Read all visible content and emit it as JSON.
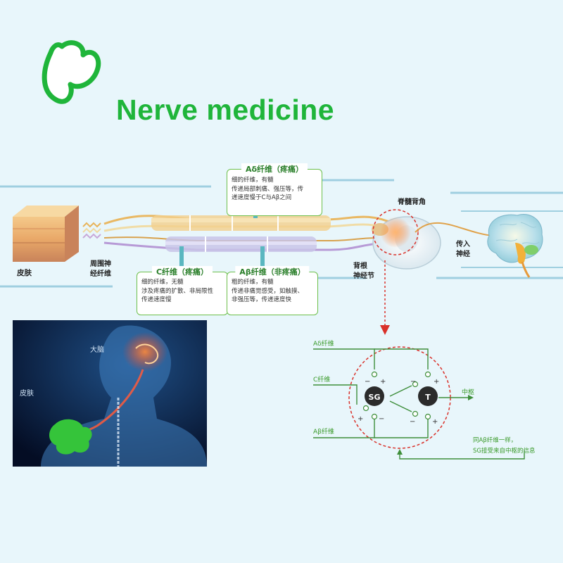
{
  "title": "Nerve medicine",
  "logo": {
    "icon": "leaf-logo-icon",
    "color": "#1fb53a"
  },
  "colors": {
    "accent_green": "#1fb53a",
    "label_green": "#3a9a2a",
    "circuit_red": "#d9312a"
  },
  "diagram": {
    "skin_label": "皮肤",
    "peripheral_label": [
      "周围神",
      "经纤维"
    ],
    "dorsal_horn_label": "脊髓背角",
    "dorsal_root_label": [
      "背根",
      "神经节"
    ],
    "afferent_label": [
      "传入",
      "神经"
    ],
    "box_ad": {
      "header": "Aδ纤维（疼痛）",
      "lines": [
        "细的纤维，有髓",
        "传递局部刺痛、强压等，传",
        "递速度慢于C与Aβ之间"
      ]
    },
    "box_c": {
      "header": "C纤维（疼痛）",
      "lines": [
        "细的纤维，无髓",
        "涉及疼痛的扩散、非局限性",
        "传递速度慢"
      ]
    },
    "box_ab": {
      "header": "Aβ纤维（非疼痛）",
      "lines": [
        "粗的纤维，有髓",
        "传递非痛觉感受，如触摸、",
        "非强压等，传递速度快"
      ]
    }
  },
  "photo": {
    "brain_label": "大脑",
    "skin_label": "皮肤"
  },
  "circuit": {
    "ad_label": "Aδ纤维",
    "c_label": "C纤维",
    "ab_label": "Aβ纤维",
    "sg_label": "SG",
    "t_label": "T",
    "center_label": "中枢",
    "minus": "−",
    "plus": "+",
    "note": [
      "同Aβ纤维一样，",
      "SG接受来自中枢的信息"
    ]
  }
}
